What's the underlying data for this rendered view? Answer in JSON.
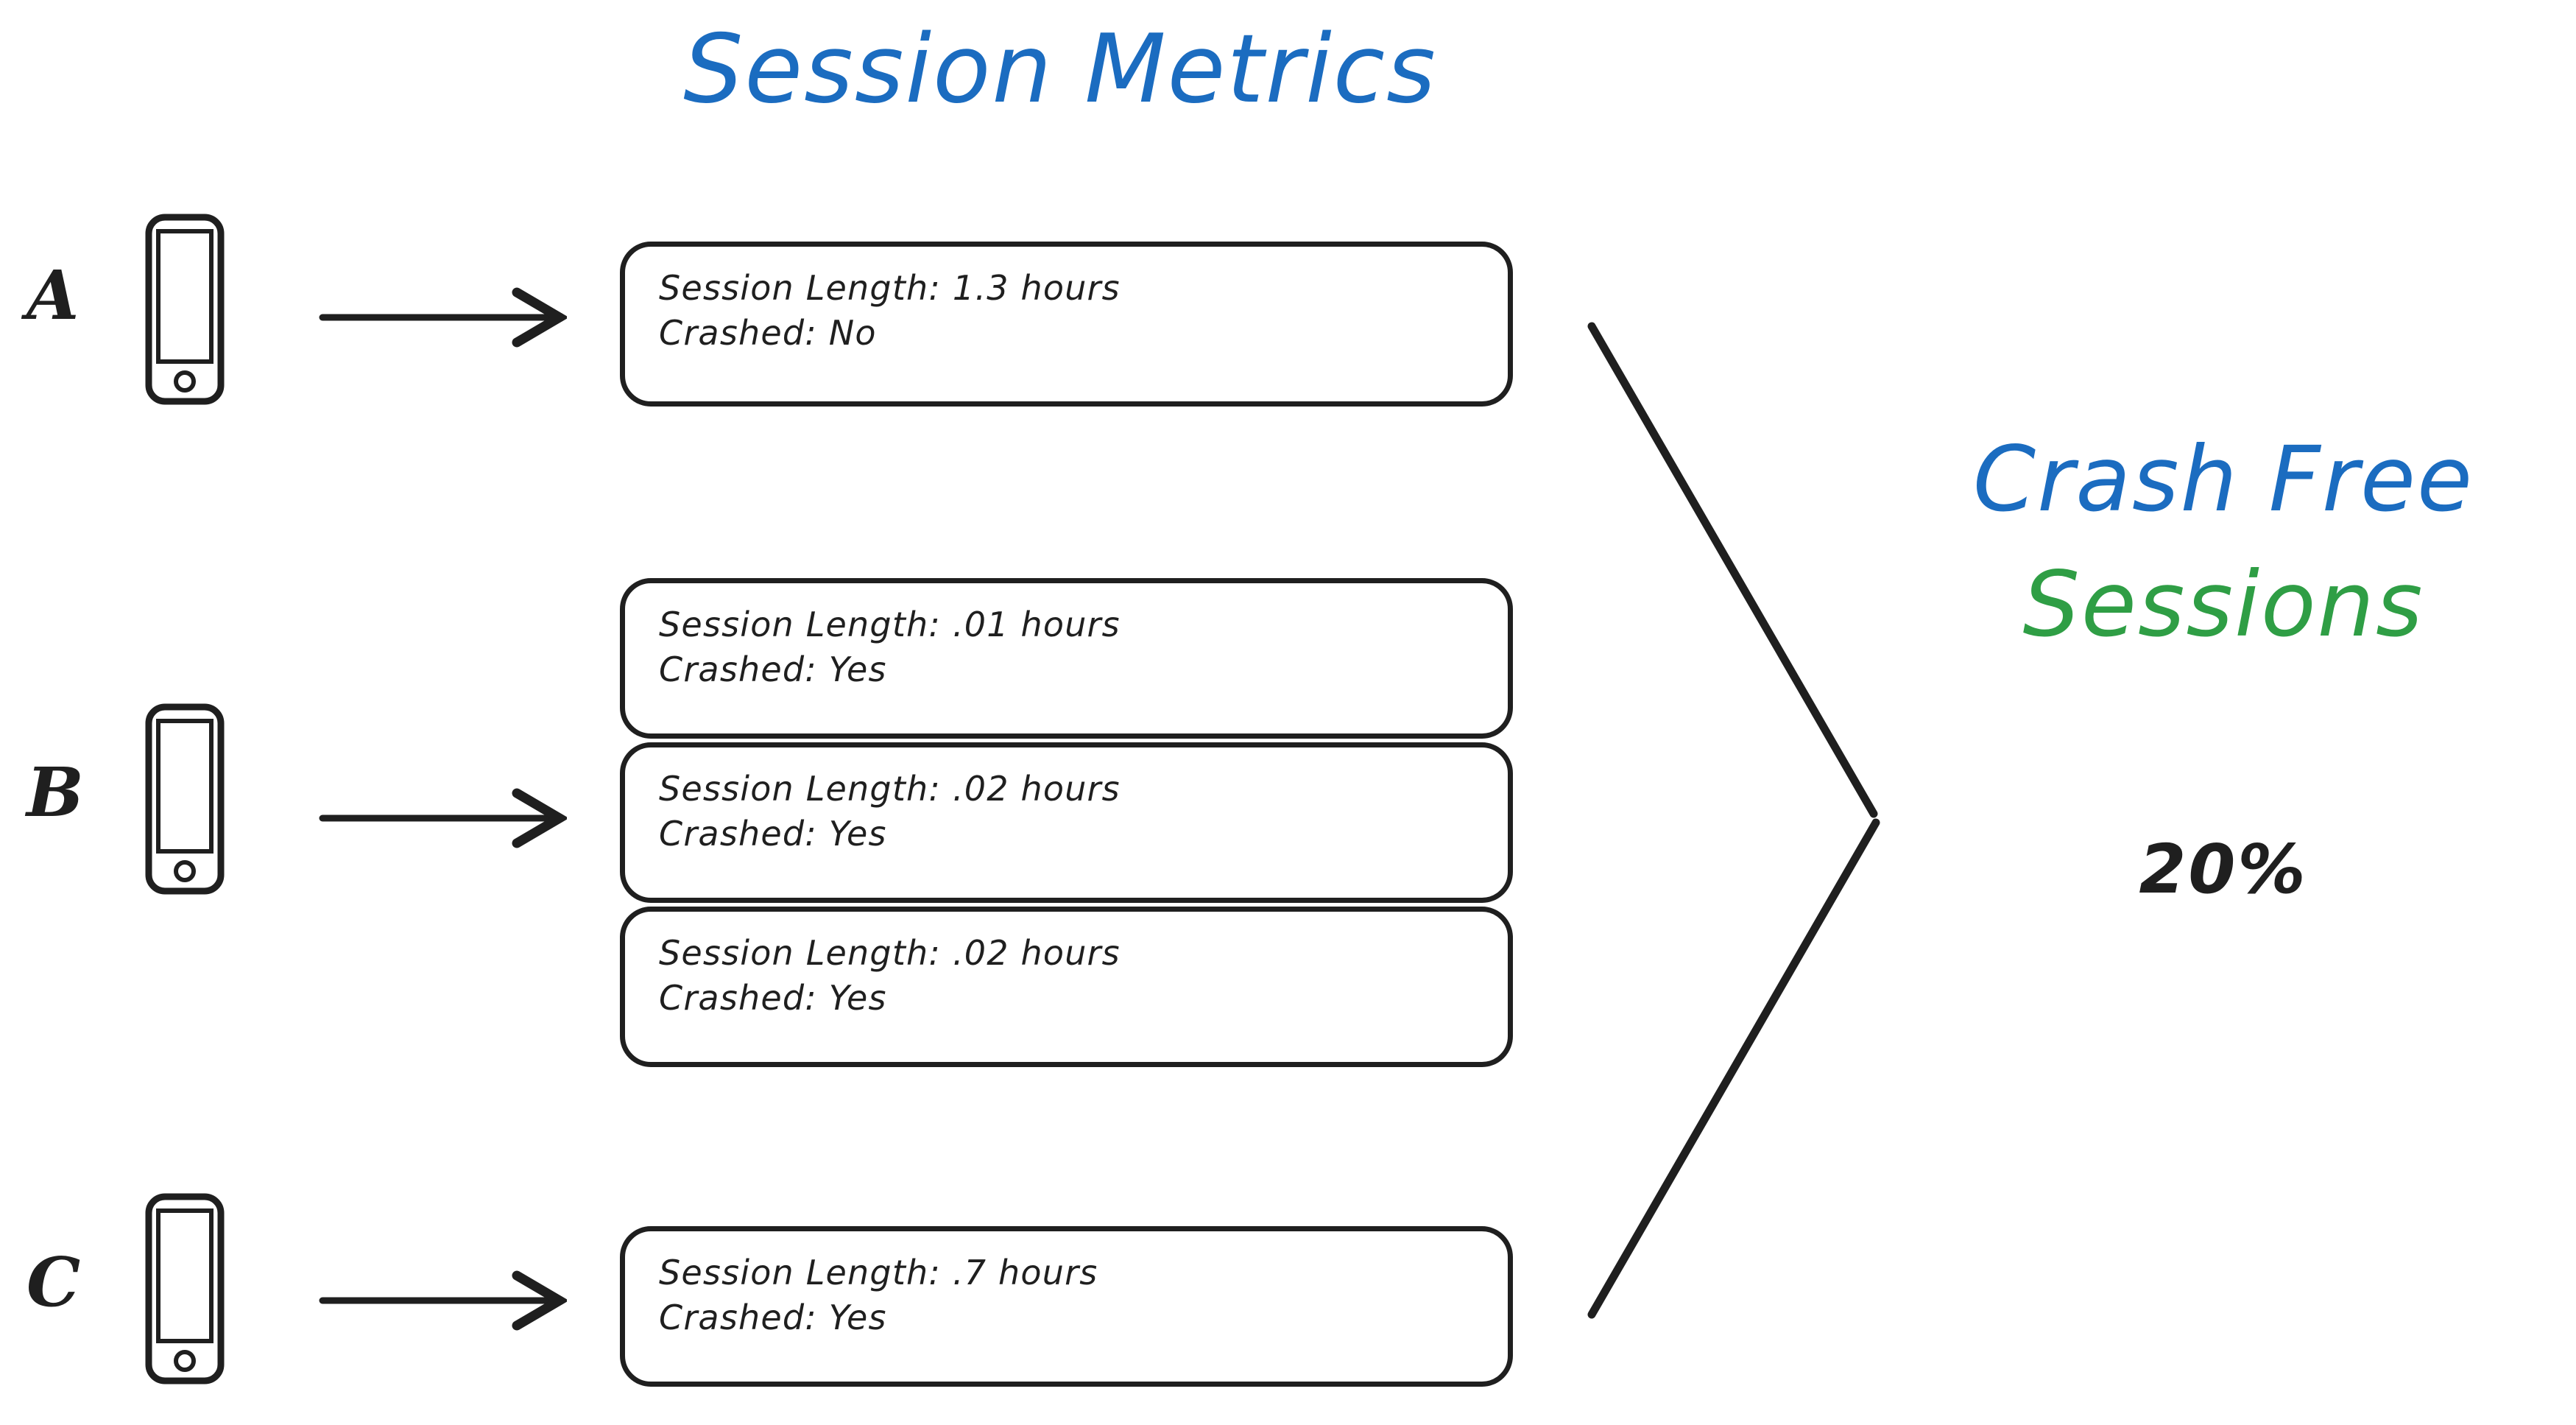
{
  "title": "Session Metrics",
  "colors": {
    "blue": "#1b6cc0",
    "green": "#2f9e45",
    "ink": "#1f1f1f",
    "background": "#ffffff"
  },
  "devices": [
    {
      "label": "A",
      "icon": "phone-icon"
    },
    {
      "label": "B",
      "icon": "phone-icon"
    },
    {
      "label": "C",
      "icon": "phone-icon"
    }
  ],
  "sessions": [
    {
      "device": "A",
      "length_line": "Session Length: 1.3 hours",
      "crashed_line": "Crashed: No",
      "session_length_hours": 1.3,
      "crashed": "No"
    },
    {
      "device": "B",
      "length_line": "Session Length: .01 hours",
      "crashed_line": "Crashed: Yes",
      "session_length_hours": 0.01,
      "crashed": "Yes"
    },
    {
      "device": "B",
      "length_line": "Session Length: .02 hours",
      "crashed_line": "Crashed: Yes",
      "session_length_hours": 0.02,
      "crashed": "Yes"
    },
    {
      "device": "B",
      "length_line": "Session Length: .02 hours",
      "crashed_line": "Crashed: Yes",
      "session_length_hours": 0.02,
      "crashed": "Yes"
    },
    {
      "device": "C",
      "length_line": "Session Length: .7 hours",
      "crashed_line": "Crashed: Yes",
      "session_length_hours": 0.7,
      "crashed": "Yes"
    }
  ],
  "result": {
    "line1": "Crash Free",
    "line2": "Sessions",
    "value": "20%"
  }
}
